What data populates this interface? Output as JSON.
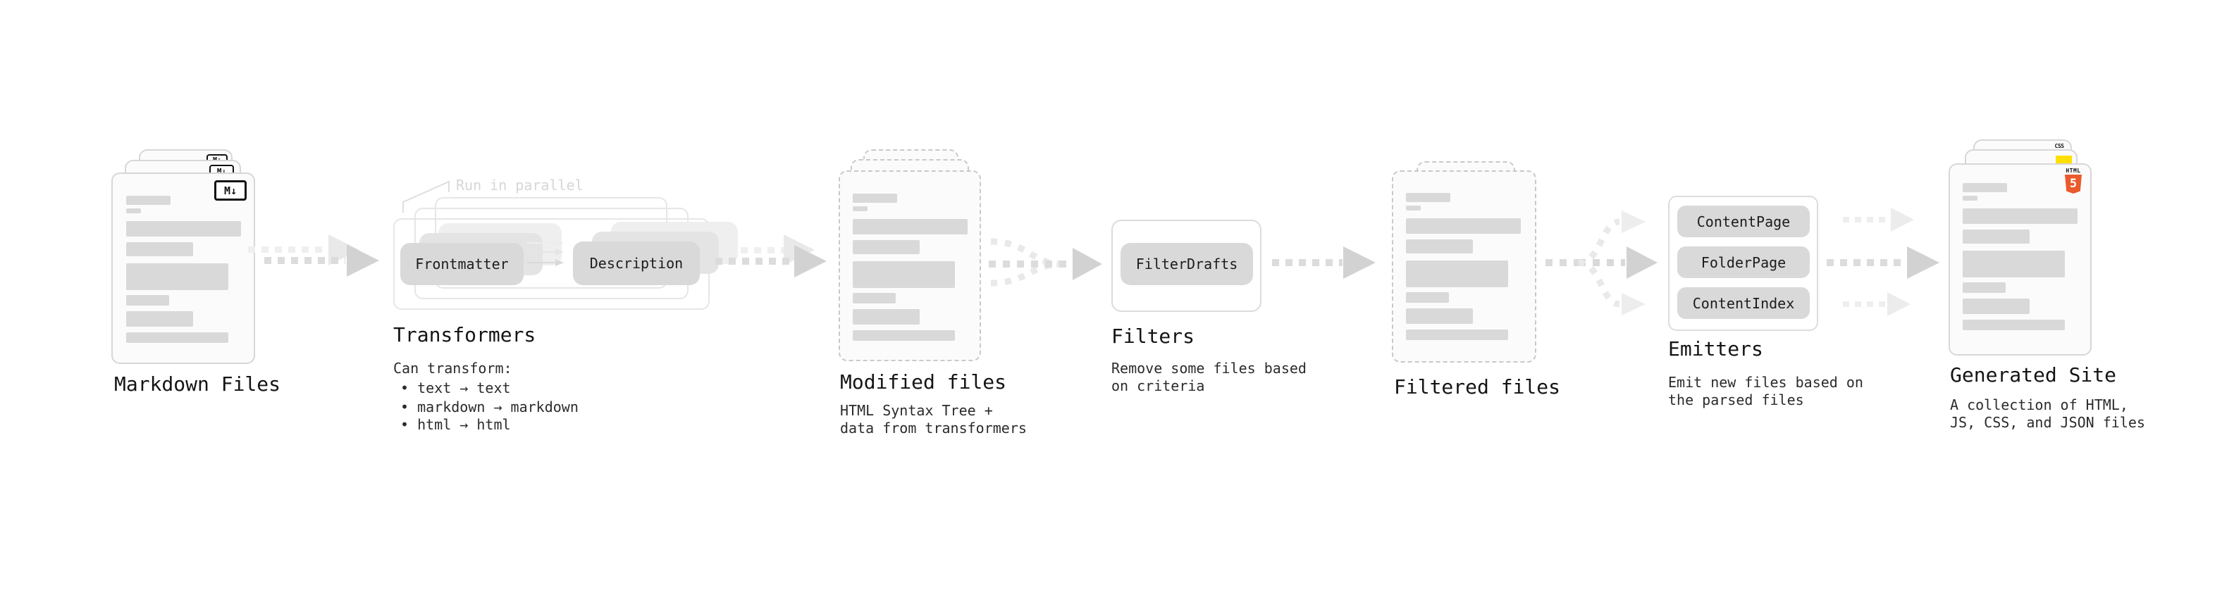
{
  "markdown": {
    "title": "Markdown Files",
    "badge": "M↓"
  },
  "transformers": {
    "title": "Transformers",
    "callout": "Run in parallel",
    "left_pill": "Frontmatter",
    "right_pill": "Description",
    "sub_heading": "Can transform:",
    "bullets": [
      "• text → text",
      "• markdown → markdown",
      "• html → html"
    ]
  },
  "modified": {
    "title": "Modified files",
    "sub1": "HTML Syntax Tree +",
    "sub2": "data from transformers"
  },
  "filters": {
    "title": "Filters",
    "pill": "FilterDrafts",
    "sub1": "Remove some files based",
    "sub2": "on criteria"
  },
  "filtered": {
    "title": "Filtered files"
  },
  "emitters": {
    "title": "Emitters",
    "pills": [
      "ContentPage",
      "FolderPage",
      "ContentIndex"
    ],
    "sub1": "Emit new files based on",
    "sub2": "the parsed files"
  },
  "generated": {
    "title": "Generated Site",
    "sub1": "A collection of HTML,",
    "sub2": "JS, CSS, and JSON files",
    "css_badge": "CSS",
    "html_badge": "HTML",
    "html_num": "5"
  },
  "colors": {
    "html5_orange": "#ea5a2c",
    "js_yellow": "#ffdf00",
    "css_blue": "#2e6de9"
  }
}
